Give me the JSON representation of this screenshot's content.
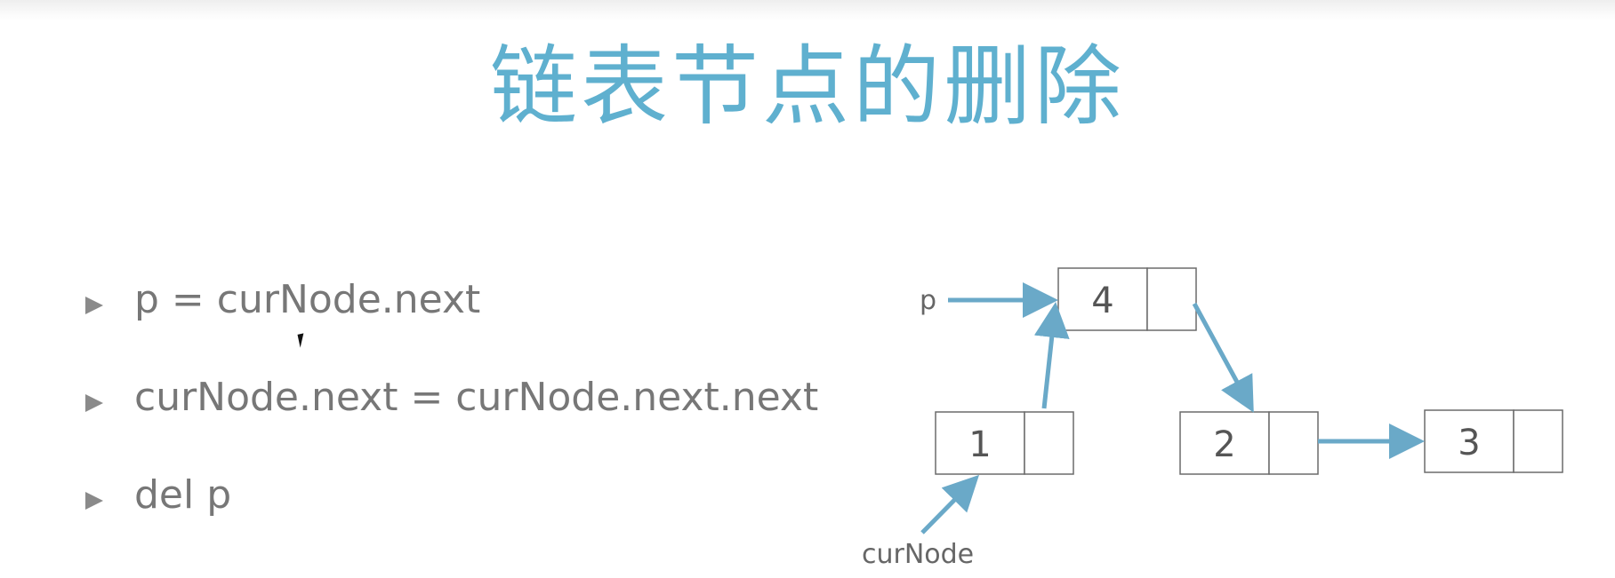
{
  "title": "链表节点的删除",
  "bullets": [
    "p = curNode.next",
    "curNode.next = curNode.next.next",
    "del p"
  ],
  "diagram": {
    "nodes": [
      {
        "id": "n4",
        "value": "4"
      },
      {
        "id": "n1",
        "value": "1"
      },
      {
        "id": "n2",
        "value": "2"
      },
      {
        "id": "n3",
        "value": "3"
      }
    ],
    "pointer_labels": {
      "p": "p",
      "cur": "curNode"
    },
    "arrow_color": "#6aa9c8"
  },
  "colors": {
    "title": "#5fb0cf",
    "text": "#777777",
    "node_stroke": "#6b6b6b"
  }
}
